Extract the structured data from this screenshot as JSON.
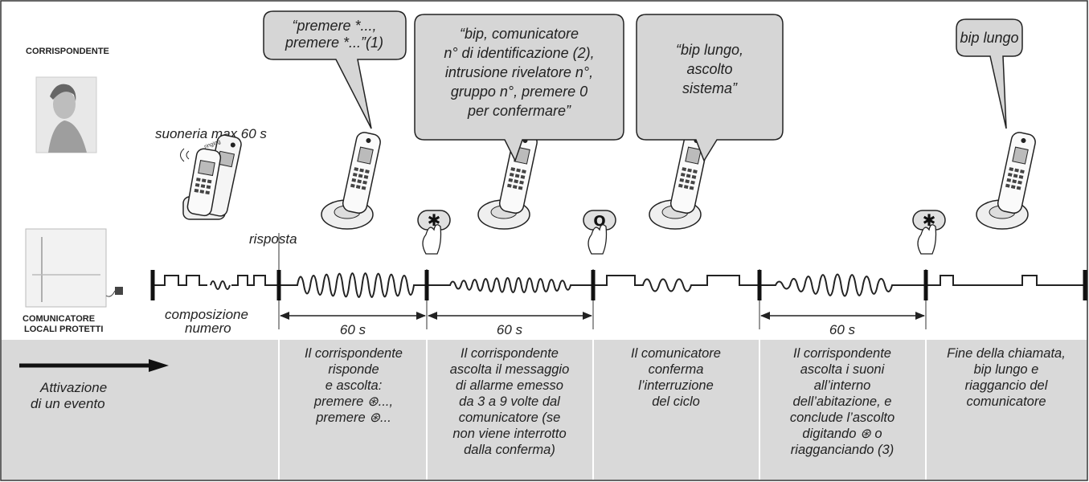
{
  "labels": {
    "corrispondente": "CORRISPONDENTE",
    "comunicatore_line1": "COMUNICATORE",
    "comunicatore_line2": "LOCALI PROTETTI",
    "suoneria": "suoneria max 60 s",
    "risposta": "risposta",
    "composizione_line1": "composizione",
    "composizione_line2": "numero",
    "ringing": "ringing"
  },
  "durations": [
    "60 s",
    "60 s",
    "60 s"
  ],
  "bubbles": [
    {
      "lines": [
        "“premere *...,",
        "premere *...”(1)"
      ]
    },
    {
      "lines": [
        "“bip, comunicatore",
        "n° di identificazione (2),",
        "intrusione rivelatore n°,",
        "gruppo n°, premere 0",
        "per confermare”"
      ]
    },
    {
      "lines": [
        "“bip lungo,",
        "ascolto",
        "sistema”"
      ]
    },
    {
      "lines": [
        "bip lungo"
      ]
    }
  ],
  "keys": [
    "✱",
    "O",
    "✱"
  ],
  "activation": [
    "Attivazione",
    "di un evento"
  ],
  "descriptions": [
    {
      "lines": [
        "Il corrispondente",
        "risponde",
        "e ascolta:",
        "premere ⊛...,",
        "premere ⊛..."
      ]
    },
    {
      "lines": [
        "Il corrispondente",
        "ascolta il messaggio",
        "di allarme emesso",
        "da 3 a 9 volte dal",
        "comunicatore (se",
        "non viene interrotto",
        "dalla conferma)"
      ]
    },
    {
      "lines": [
        "Il comunicatore",
        "conferma",
        "l’interruzione",
        "del ciclo"
      ]
    },
    {
      "lines": [
        "Il corrispondente",
        "ascolta i suoni",
        "all’interno",
        "dell’abitazione, e",
        "conclude l’ascolto",
        "digitando ⊛ o",
        "riagganciando (3)"
      ]
    },
    {
      "lines": [
        "Fine della chiamata,",
        "bip lungo e",
        "riaggancio del",
        "comunicatore"
      ]
    }
  ],
  "colors": {
    "panel": "#d9d9d9",
    "bubble_fill": "#d6d6d6",
    "line": "#222222",
    "phone_body": "#efefef"
  }
}
